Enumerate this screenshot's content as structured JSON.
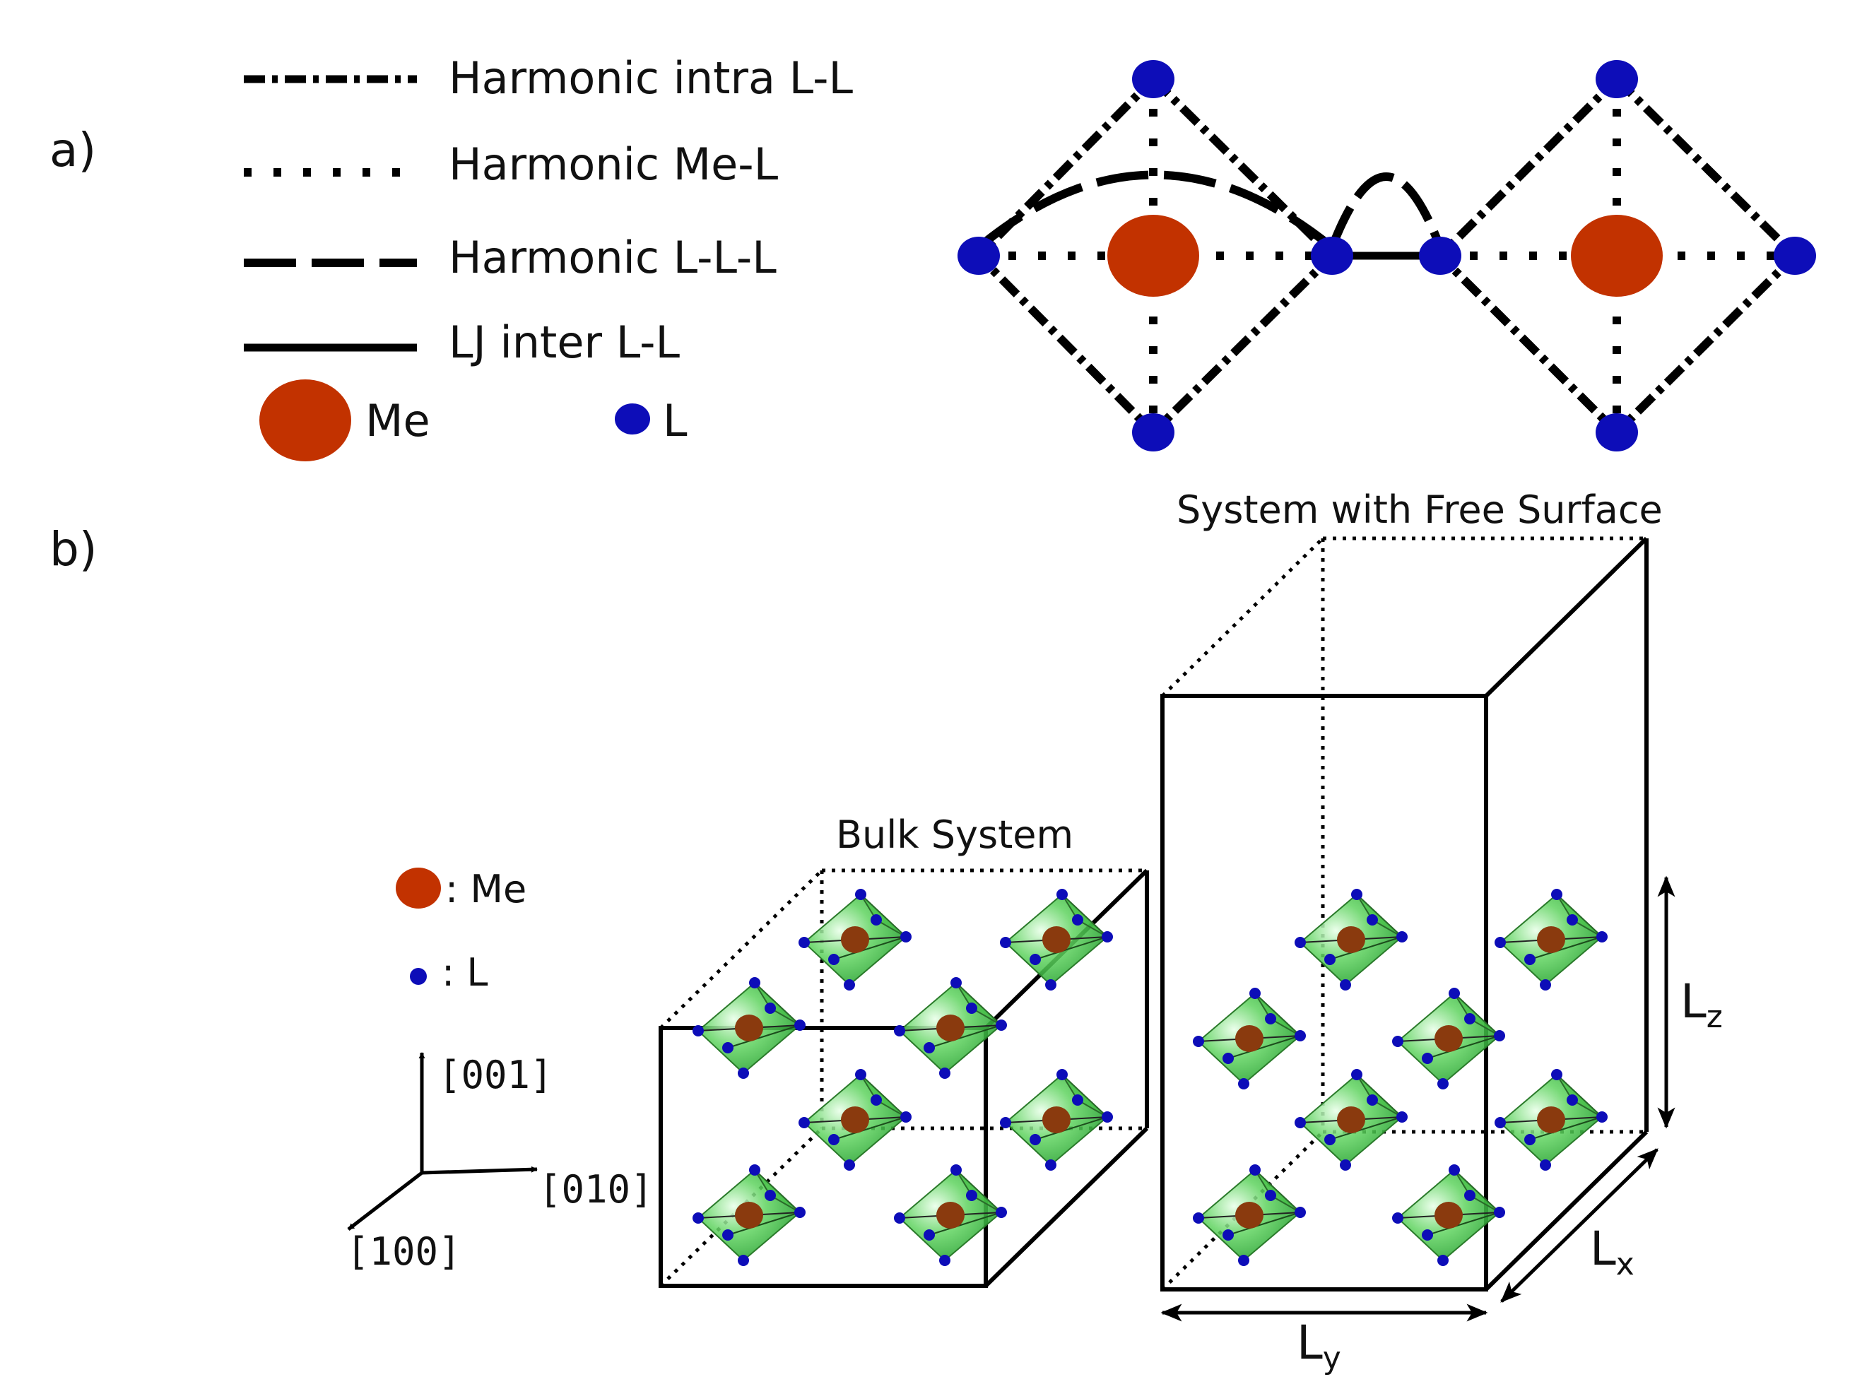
{
  "panel_a": {
    "label": "a)",
    "legend": [
      {
        "style": "dash-dot",
        "text": "Harmonic intra L-L"
      },
      {
        "style": "dotted",
        "text": "Harmonic Me-L"
      },
      {
        "style": "long-dash",
        "text": "Harmonic L-L-L"
      },
      {
        "style": "solid",
        "text": "LJ inter L-L"
      }
    ],
    "atom_legend": [
      {
        "symbol": "Me",
        "color": "#c23200"
      },
      {
        "symbol": "L",
        "color": "#0d0db8"
      }
    ]
  },
  "panel_b": {
    "label": "b)",
    "key": [
      {
        "text": ": Me",
        "color": "#c23200"
      },
      {
        "text": ": L",
        "color": "#0d0db8"
      }
    ],
    "axes": {
      "z": "[001]",
      "y": "[010]",
      "x": "[100]"
    },
    "bulk_title": "Bulk System",
    "surface_title": "System with Free Surface",
    "dims": {
      "lz": {
        "main": "L",
        "sub": "z"
      },
      "lx": {
        "main": "L",
        "sub": "x"
      },
      "ly": {
        "main": "L",
        "sub": "y"
      }
    }
  },
  "colors": {
    "metal": "#c23200",
    "ligand": "#0d0db8",
    "octahedron": "#3fbf3f",
    "line": "#000000"
  }
}
